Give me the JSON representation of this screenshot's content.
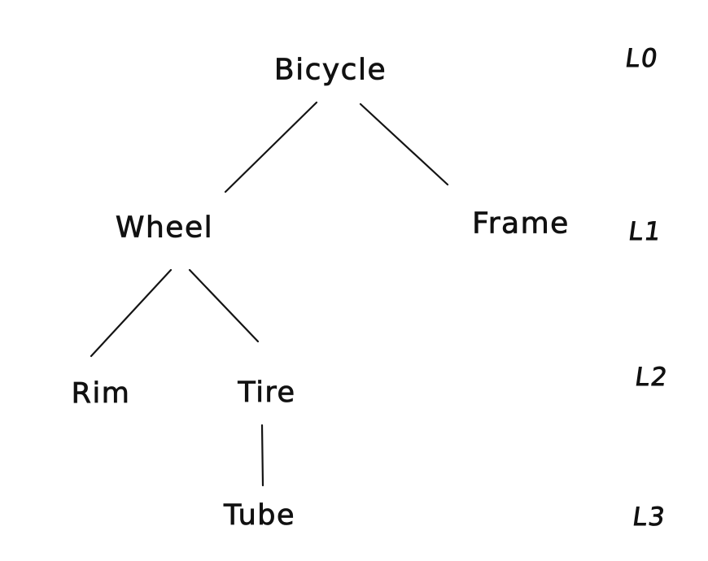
{
  "diagram": {
    "type": "tree",
    "style": "hand-drawn",
    "colors": {
      "ink": "#141414",
      "background": "#ffffff"
    },
    "nodes": [
      {
        "id": "bicycle",
        "label": "Bicycle",
        "level": 0
      },
      {
        "id": "wheel",
        "label": "Wheel",
        "level": 1
      },
      {
        "id": "frame",
        "label": "Frame",
        "level": 1
      },
      {
        "id": "rim",
        "label": "Rim",
        "level": 2
      },
      {
        "id": "tire",
        "label": "Tire",
        "level": 2
      },
      {
        "id": "tube",
        "label": "Tube",
        "level": 3
      }
    ],
    "edges": [
      {
        "from": "bicycle",
        "to": "wheel"
      },
      {
        "from": "bicycle",
        "to": "frame"
      },
      {
        "from": "wheel",
        "to": "rim"
      },
      {
        "from": "wheel",
        "to": "tire"
      },
      {
        "from": "tire",
        "to": "tube"
      }
    ],
    "level_labels": [
      {
        "label": "L0"
      },
      {
        "label": "L1"
      },
      {
        "label": "L2"
      },
      {
        "label": "L3"
      }
    ]
  }
}
